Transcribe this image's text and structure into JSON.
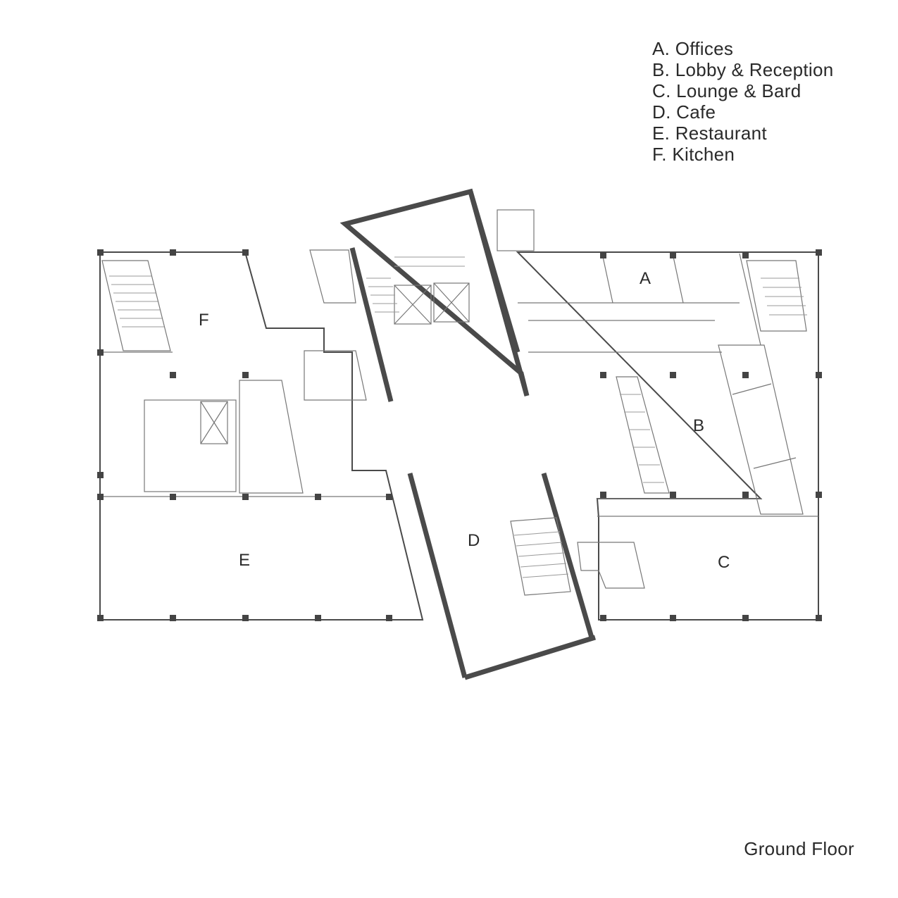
{
  "legend": {
    "items": [
      "A. Offices",
      "B. Lobby & Reception",
      "C. Lounge & Bard",
      "D. Cafe",
      "E. Restaurant",
      "F. Kitchen"
    ]
  },
  "zones": {
    "a": "A",
    "b": "B",
    "c": "C",
    "d": "D",
    "e": "E",
    "f": "F"
  },
  "caption": "Ground Floor"
}
